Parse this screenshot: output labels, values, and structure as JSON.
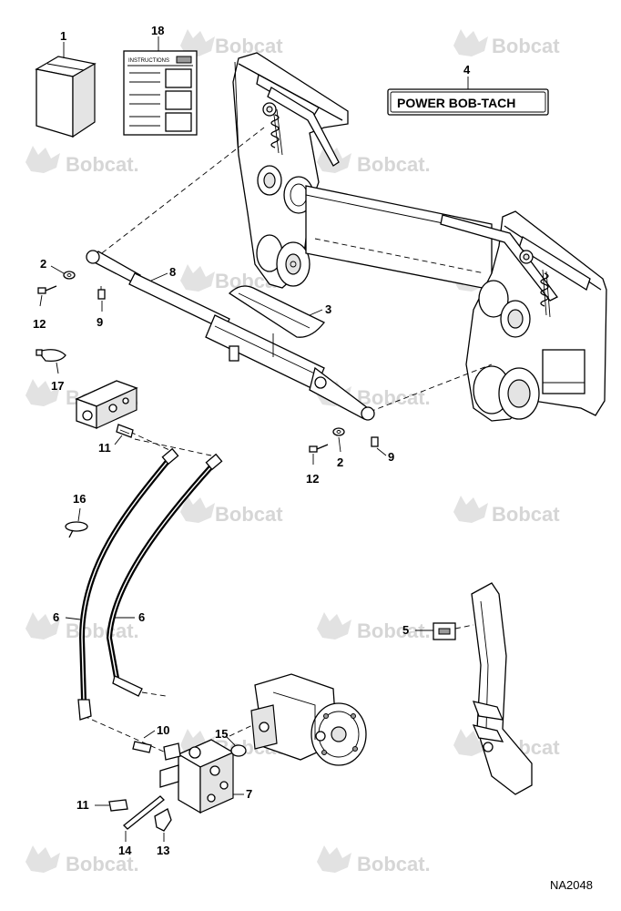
{
  "diagram": {
    "watermark_text": "Bobcat",
    "watermark_text_alt": "Bobcat.",
    "drawing_ref": "NA2048",
    "power_label": "POWER BOB-TACH",
    "instructions_title": "INSTRUCTIONS",
    "callouts": {
      "c1": "1",
      "c18": "18",
      "c4": "4",
      "c2a": "2",
      "c12a": "12",
      "c9a": "9",
      "c8": "8",
      "c3": "3",
      "c17": "17",
      "c11a": "11",
      "c12b": "12",
      "c2b": "2",
      "c9b": "9",
      "c16": "16",
      "c6a": "6",
      "c6b": "6",
      "c5": "5",
      "c10": "10",
      "c15": "15",
      "c7": "7",
      "c11b": "11",
      "c14": "14",
      "c13": "13"
    }
  }
}
